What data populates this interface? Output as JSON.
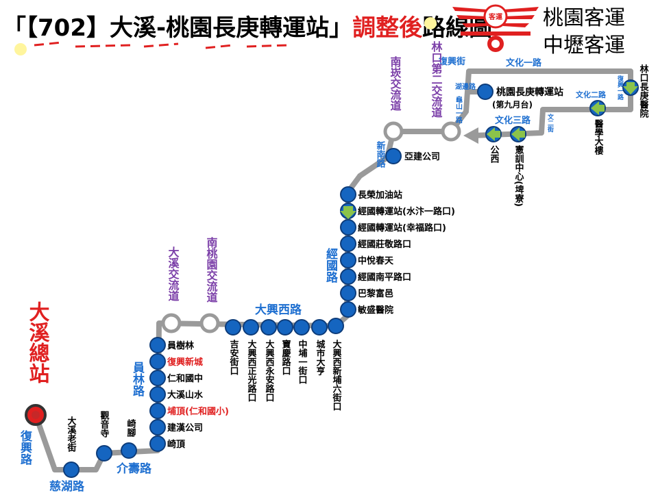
{
  "title": {
    "bracket_open": "「",
    "route_no": "【702】",
    "route_name": "大溪-桃園長庚轉運站",
    "bracket_close": "」",
    "adjusted": "調整後",
    "suffix": "路線圖"
  },
  "companies": [
    "桃園客運",
    "中壢客運"
  ],
  "logo_text": "客運",
  "terminal_label": "大溪總站",
  "colors": {
    "route_line": "#9a9a9a",
    "stop_fill": "#1565c0",
    "road_text": "#1e6fd0",
    "junction_text": "#7b3fa8",
    "highlight_text": "#e02020",
    "arrow_green": "#8bc34a",
    "title_red": "#e02020"
  },
  "roads": {
    "fuxing_south": "復興路",
    "cihu": "慈湖路",
    "jieshou": "介壽路",
    "yuanlin": "員林路",
    "daxing_west": "大興西路",
    "jingguo": "經國路",
    "xinnan": "新南路",
    "fuxing_street": "復興街",
    "wenhua1": "文化一路",
    "hubian": "湖邊路",
    "guishan1": "龜山一路",
    "wenhua2": "文化二路",
    "wenhua3": "文化三路",
    "wen2street": "文二街",
    "fuxing1": "復興一路"
  },
  "junctions": {
    "daxi": "大溪交流道",
    "south_taoyuan": "南桃園交流道",
    "nankan": "南崁交流道",
    "linkou2": "林口第二交流道"
  },
  "stops": {
    "daxi_old_street": "大溪老街",
    "guanyin_temple": "觀音寺",
    "qijiao": "崎腳",
    "qiding": "崎頂",
    "jianhan": "建漢公司",
    "puding": "埔頂(仁和國小)",
    "daxi_shanshui": "大溪山水",
    "renhe_junior": "仁和國中",
    "fuxing_new_town": "復興新城",
    "yuanshulin": "員樹林",
    "jian_street": "吉安街口",
    "daxing_zhengguang": "大興西正光路口",
    "daxing_yongan": "大興西永安路口",
    "baoqing": "寶慶路口",
    "zhongpu1": "中埔一街口",
    "city_pavilion": "城市大亨",
    "daxing_xinpu6": "大興西新埔六街口",
    "minsheng_hospital": "敏盛醫院",
    "paris": "巴黎富邑",
    "jingguo_nanping": "經國南平路口",
    "zhongyue": "中悅春天",
    "jingguo_zhuangjing": "經國莊敬路口",
    "jingguo_xingfu": "經國轉運站(幸福路口)",
    "jingguo_shuizhu": "經國轉運站(水汴一路口)",
    "changrong_gas": "長榮加油站",
    "yajian": "亞建公司",
    "gongxi": "公西",
    "xianxun": "憲訓中心(埤寮)",
    "medical_building": "醫學大樓",
    "linkou_hospital": "林口長庚醫院",
    "cg_terminal": "桃園長庚轉運站",
    "cg_terminal_sub": "(第九月台)"
  }
}
